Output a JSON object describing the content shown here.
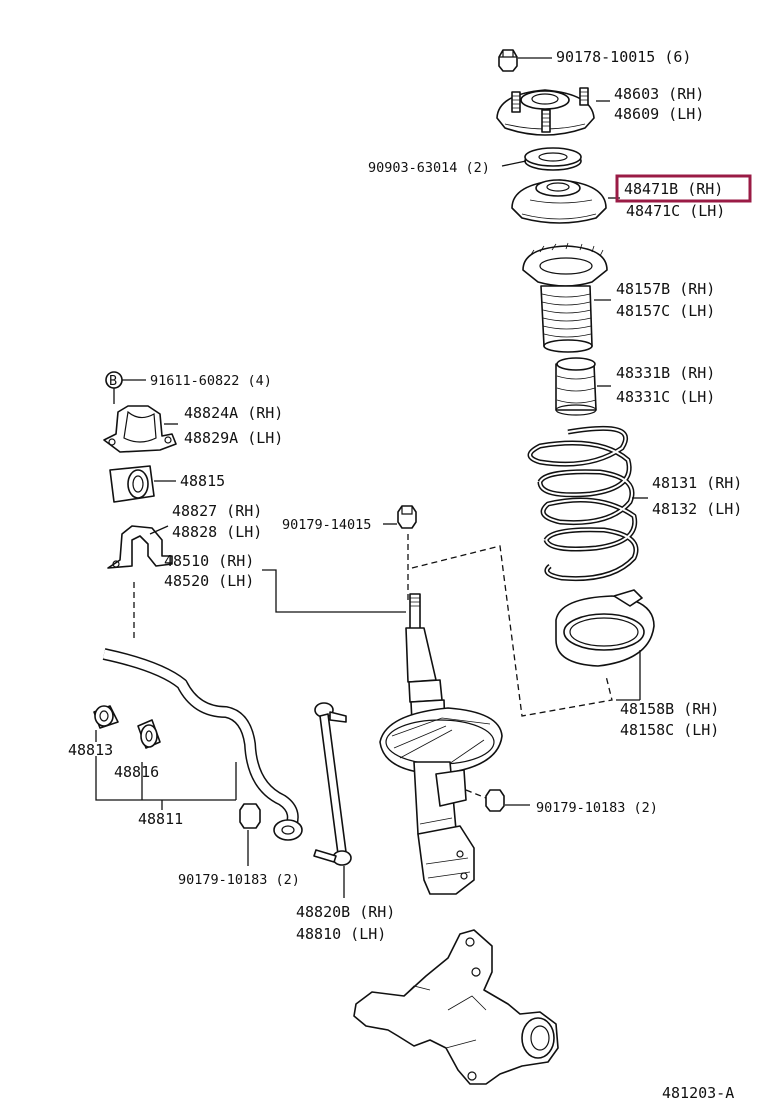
{
  "highlight_color": "#9a1b45",
  "labels": {
    "p_90178": "90178-10015 (6)",
    "p_48603": "48603 (RH)",
    "p_48609": "48609 (LH)",
    "p_90903": "90903-63014 (2)",
    "p_48471b": "48471B (RH)",
    "p_48471c": "48471C (LH)",
    "p_48157b": "48157B (RH)",
    "p_48157c": "48157C (LH)",
    "p_48331b": "48331B (RH)",
    "p_48331c": "48331C (LH)",
    "p_48131": "48131 (RH)",
    "p_48132": "48132 (LH)",
    "p_48158b": "48158B (RH)",
    "p_48158c": "48158C (LH)",
    "p_90179_top": "90179-14015",
    "p_48510": "48510 (RH)",
    "p_48520": "48520 (LH)",
    "p_90179_right": "90179-10183 (2)",
    "p_90179_left": "90179-10183 (2)",
    "p_48820b": "48820B (RH)",
    "p_48810": "48810  (LH)",
    "p_91611": "91611-60822 (4)",
    "p_91611_marker": "B",
    "p_48824a": "48824A (RH)",
    "p_48829a": "48829A (LH)",
    "p_48815": "48815",
    "p_48827": "48827 (RH)",
    "p_48828": "48828 (LH)",
    "p_48813": "48813",
    "p_48816": "48816",
    "p_48811": "48811",
    "figure_code": "481203-A"
  }
}
